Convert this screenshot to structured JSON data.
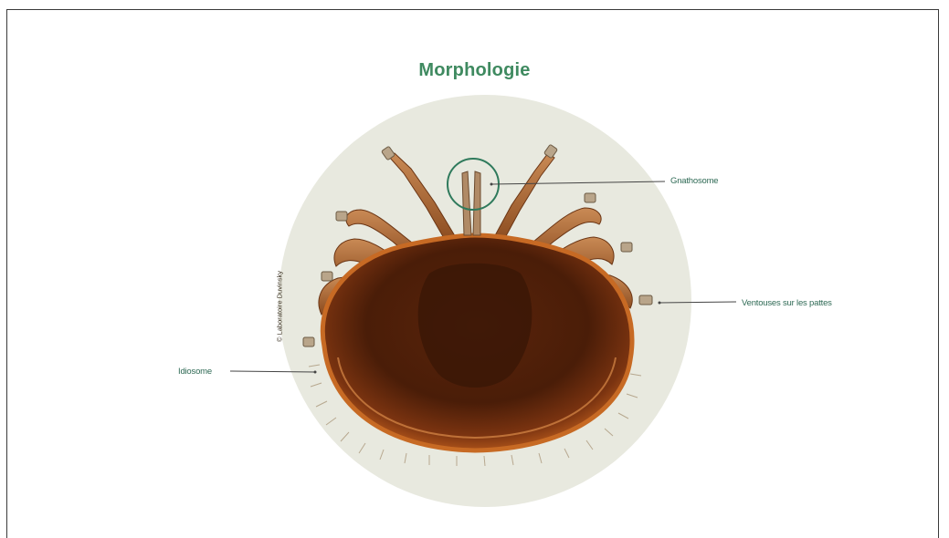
{
  "diagram": {
    "title": "Morphologie",
    "labels": {
      "gnathosome": "Gnathosome",
      "ventouses": "Ventouses sur les pattes",
      "idiosome": "Idiosome"
    },
    "copyright": "© Laboratoire Duvinsky",
    "colors": {
      "title": "#3f8a60",
      "label_text": "#2f6a55",
      "circle_background": "#e8e9df",
      "highlight_ring": "#2f7a5c",
      "body_dark": "#4a1e08",
      "body_rim": "#c0601a"
    }
  }
}
